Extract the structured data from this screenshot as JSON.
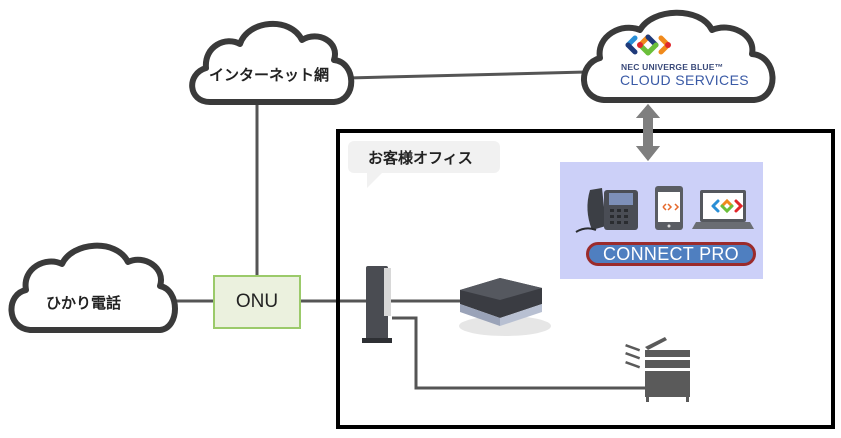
{
  "diagram": {
    "title": "Network configuration",
    "nodes": {
      "internet": {
        "label": "インターネット網",
        "icon": "cloud-icon"
      },
      "cloud_service": {
        "brand": "NEC UNIVERGE BLUE™",
        "service": "CLOUD SERVICES",
        "icon": "cloud-icon",
        "logo": "nec-univerge-blue-logo"
      },
      "hikari_phone": {
        "label": "ひかり電話",
        "icon": "cloud-icon"
      },
      "onu": {
        "label": "ONU"
      },
      "office": {
        "label": "お客様オフィス"
      },
      "connect_pro": {
        "label": "CONNECT PRO",
        "devices": [
          "desk-phone-icon",
          "smartphone-icon",
          "laptop-icon"
        ]
      },
      "router": {
        "icon": "router-icon"
      },
      "mini_pc": {
        "icon": "mini-pc-icon"
      },
      "printer": {
        "icon": "multifunction-printer-icon"
      }
    },
    "connections": [
      {
        "from": "internet",
        "to": "cloud_service"
      },
      {
        "from": "internet",
        "to": "onu"
      },
      {
        "from": "hikari_phone",
        "to": "onu"
      },
      {
        "from": "onu",
        "to": "router"
      },
      {
        "from": "router",
        "to": "mini_pc"
      },
      {
        "from": "router",
        "to": "printer"
      },
      {
        "from": "cloud_service",
        "to": "connect_pro",
        "type": "bidirectional-arrow"
      }
    ],
    "colors": {
      "line": "#555555",
      "cloud_stroke": "#3a3a3a",
      "onu_fill": "#ebf1de",
      "onu_border": "#9bca6a",
      "connect_panel": "#ccd0f8",
      "connect_pill": "#4f7fc0",
      "connect_pill_border": "#9b2b2b",
      "arrow": "#7f7f7f"
    }
  }
}
